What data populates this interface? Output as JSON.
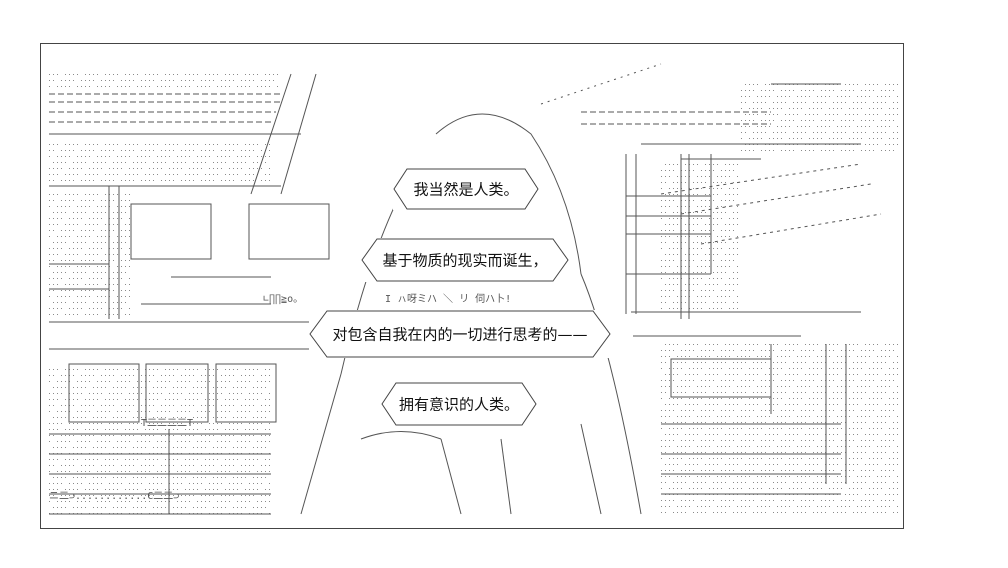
{
  "speech": {
    "bubble1": "我当然是人类。",
    "bubble2": "基于物质的现实而诞生，",
    "bubble3": "对包含自我在内的一切进行思考的——",
    "bubble4": "拥有意识的人类。"
  },
  "ascii_fragments": {
    "sign1": "I ㇵ呀ミハ ＼ リ 伺ハ卜!",
    "sign2": "∟∏∏≧o。",
    "sign3": "ニ二⊃............C二二⊃",
    "sign4": "T二二二二T"
  },
  "colors": {
    "line": "#555555",
    "dots": "#888888",
    "frame": "#444444"
  }
}
